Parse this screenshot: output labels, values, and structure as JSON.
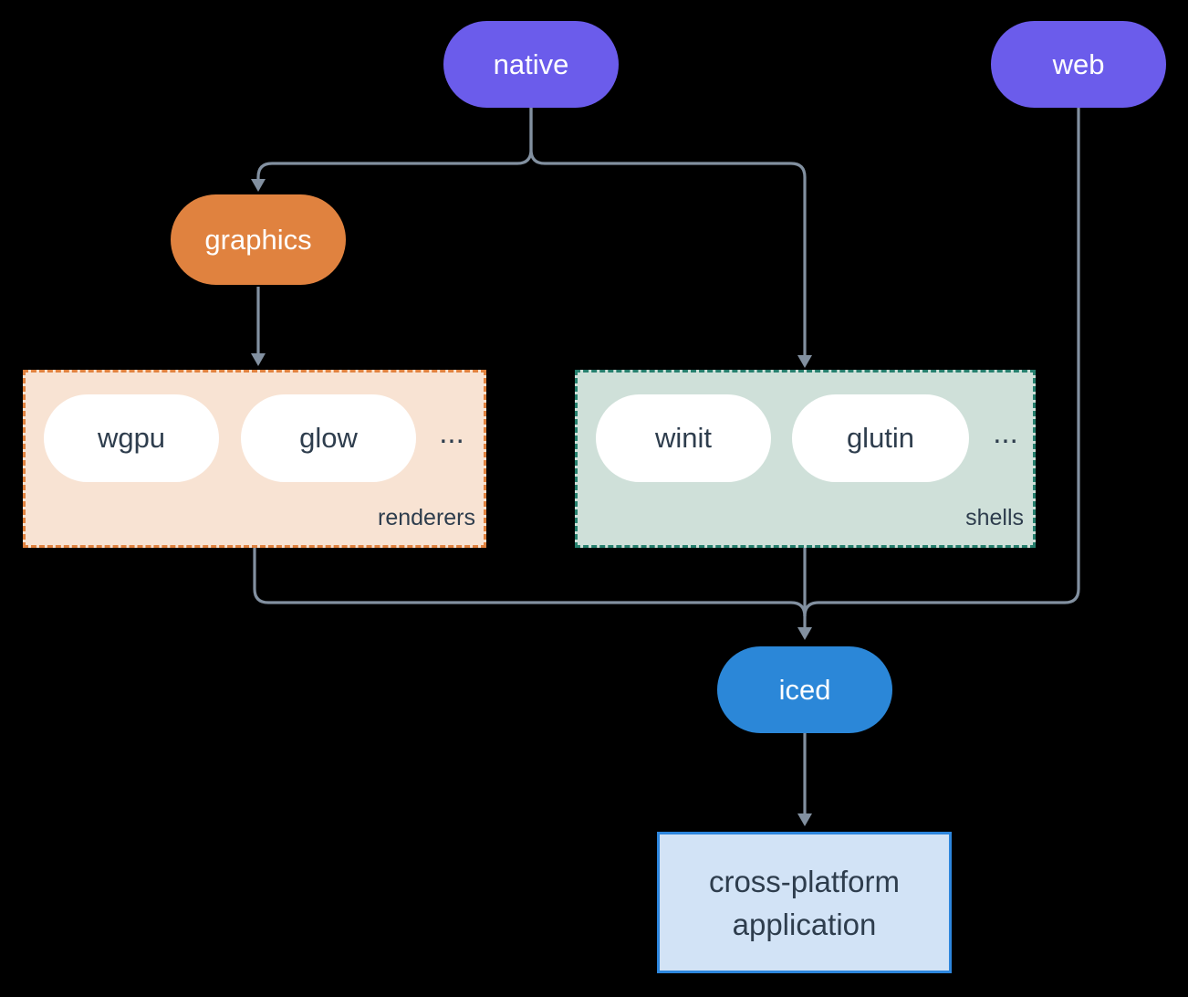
{
  "colors": {
    "background": "#000000",
    "connector": "#8290A0",
    "node_purple": "#6B5CEB",
    "node_orange": "#E0823F",
    "node_blue": "#2B87D8",
    "renderers_fill": "#F8E3D3",
    "renderers_border": "#E0823F",
    "shells_fill": "#CFE0D9",
    "shells_border": "#26806E",
    "application_fill": "#D2E3F6",
    "application_border": "#2D86DD",
    "dark_text": "#2E3D4D",
    "pill_text": "#FFFFFF"
  },
  "nodes": {
    "native": "native",
    "web": "web",
    "graphics": "graphics",
    "iced": "iced",
    "application": "cross-platform application"
  },
  "groups": {
    "renderers": {
      "label": "renderers",
      "pills": [
        "wgpu",
        "glow"
      ],
      "more": "..."
    },
    "shells": {
      "label": "shells",
      "pills": [
        "winit",
        "glutin"
      ],
      "more": "..."
    }
  }
}
